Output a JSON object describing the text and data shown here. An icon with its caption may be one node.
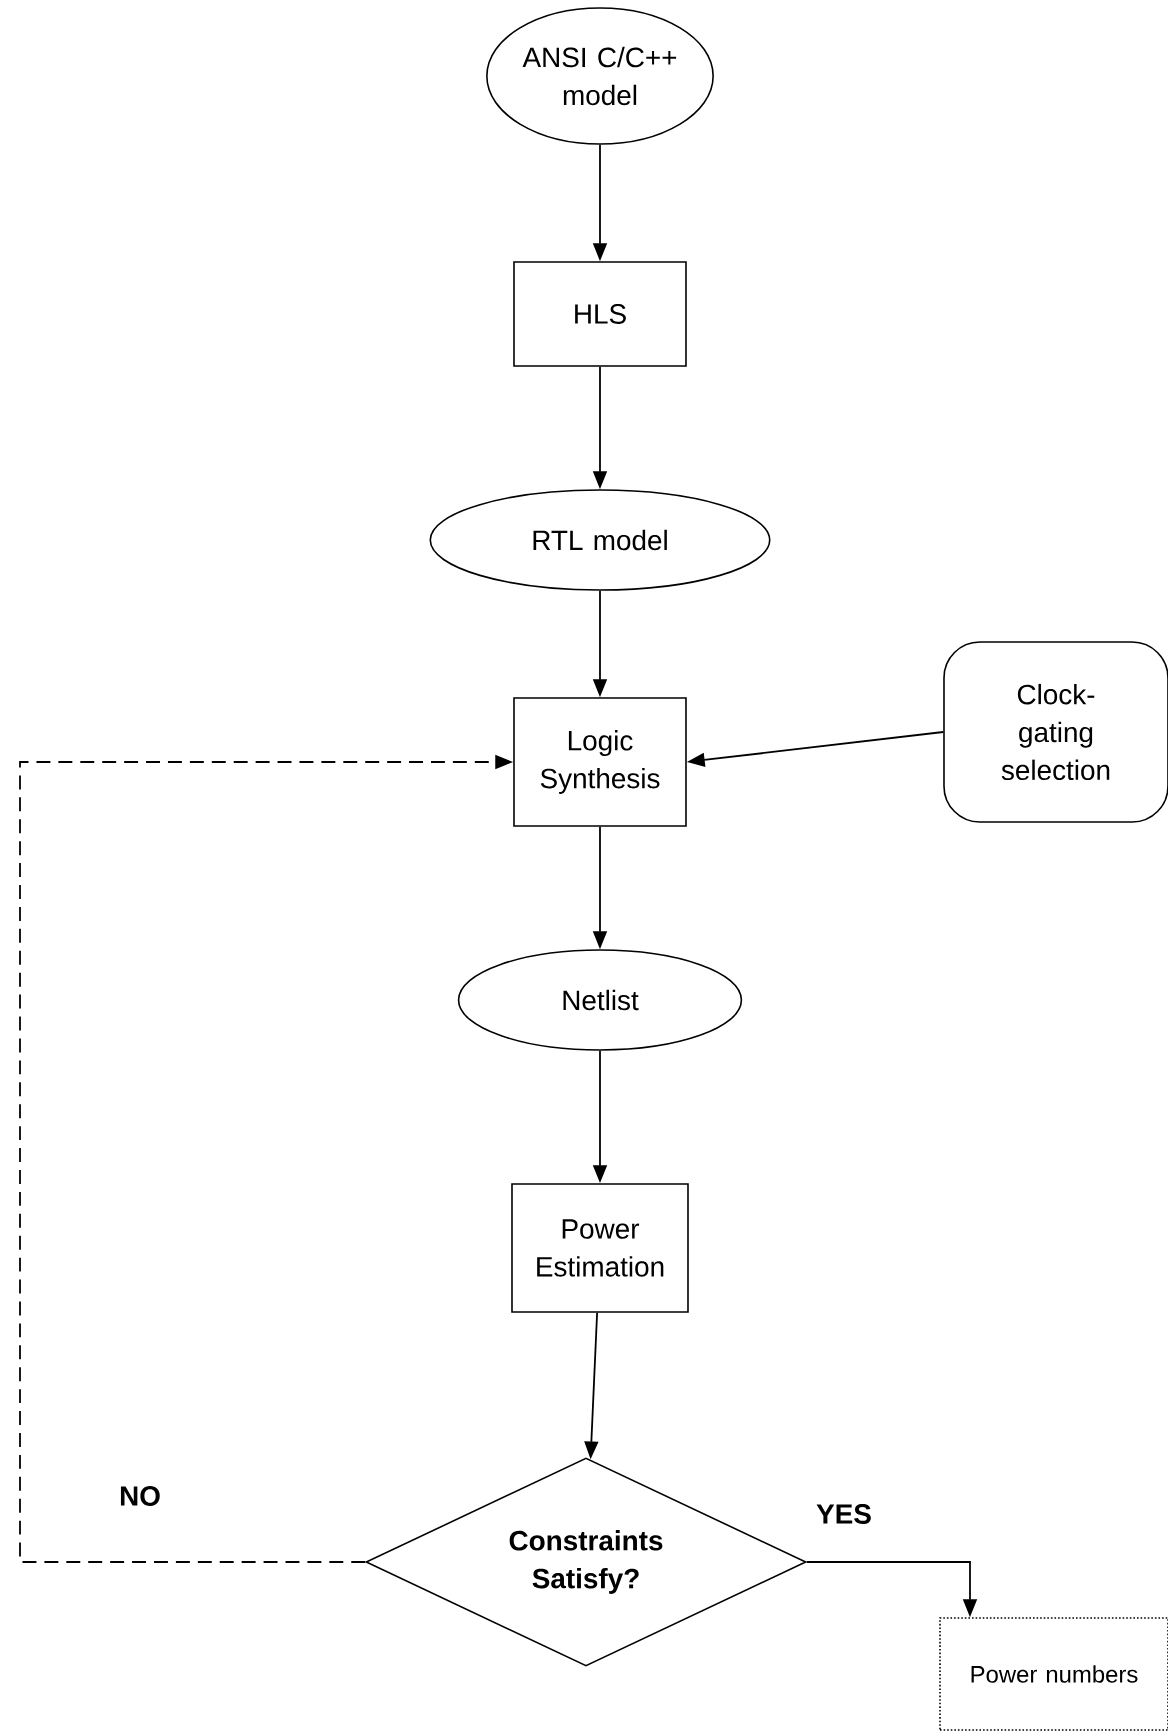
{
  "diagram": {
    "nodes": [
      {
        "text": [
          "ANSI C/C++ model"
        ]
      },
      {
        "text": [
          "HLS"
        ]
      },
      {
        "text": [
          "RTL model"
        ]
      },
      {
        "text": [
          "Logic Synthesis"
        ]
      },
      {
        "text": [
          "Clock-gating selection"
        ]
      },
      {
        "text": [
          "Netlist"
        ]
      },
      {
        "text": [
          "Power Estimation"
        ]
      },
      {
        "text": [
          "Constraints Satisfy?"
        ]
      },
      {
        "text": [
          "Power numbers"
        ]
      }
    ],
    "edges": [
      {
        "from": 0,
        "to": 1,
        "arrow": "to"
      },
      {
        "from": 1,
        "to": 2,
        "arrow": "to"
      },
      {
        "from": 2,
        "to": 3,
        "arrow": "to"
      },
      {
        "from": 4,
        "to": 3,
        "arrow": "to"
      },
      {
        "from": 3,
        "to": 5,
        "arrow": "to"
      },
      {
        "from": 5,
        "to": 6,
        "arrow": "to"
      },
      {
        "from": 6,
        "to": 7,
        "arrow": "to"
      },
      {
        "from": 7,
        "to": 3,
        "arrow": "to",
        "style": "dashed",
        "label": "NO"
      },
      {
        "from": 7,
        "to": 8,
        "arrow": "to",
        "label": "YES"
      }
    ]
  }
}
